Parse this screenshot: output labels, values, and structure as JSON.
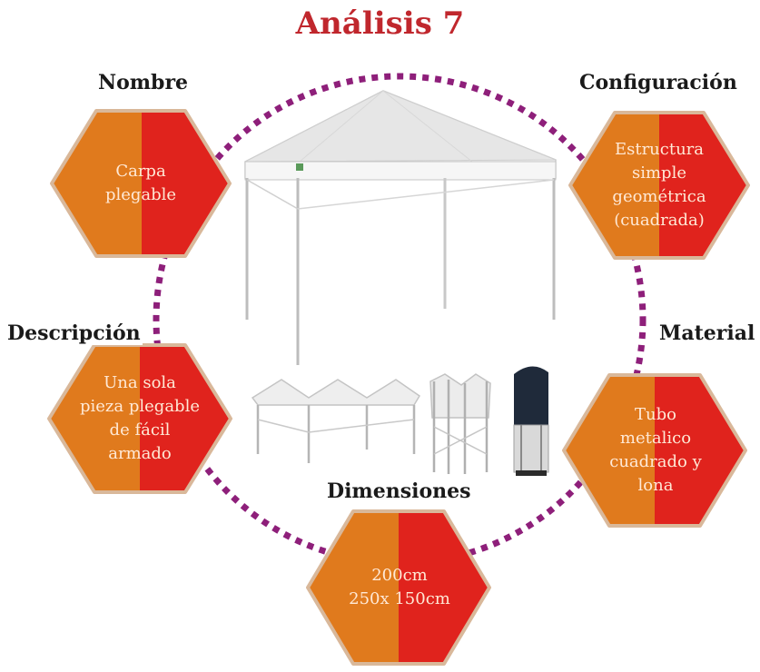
{
  "title": "Análisis 7",
  "colors": {
    "title": "#c0272d",
    "hex_left": "#e07a1d",
    "hex_right": "#e0231d",
    "hex_border": "#d9b89a",
    "ring": "#8e1f7a"
  },
  "nodes": [
    {
      "key": "nombre",
      "heading": "Nombre",
      "text": "Carpa\nplegable"
    },
    {
      "key": "configuracion",
      "heading": "Configuración",
      "text": "Estructura\nsimple\ngeométrica\n(cuadrada)"
    },
    {
      "key": "descripcion",
      "heading": "Descripción",
      "text": "Una sola\npieza plegable\nde fácil\narmado"
    },
    {
      "key": "material",
      "heading": "Material",
      "text": "Tubo\nmetalico\ncuadrado y\nlona"
    },
    {
      "key": "dimensiones",
      "heading": "Dimensiones",
      "text": "200cm\n250x 150cm"
    }
  ]
}
